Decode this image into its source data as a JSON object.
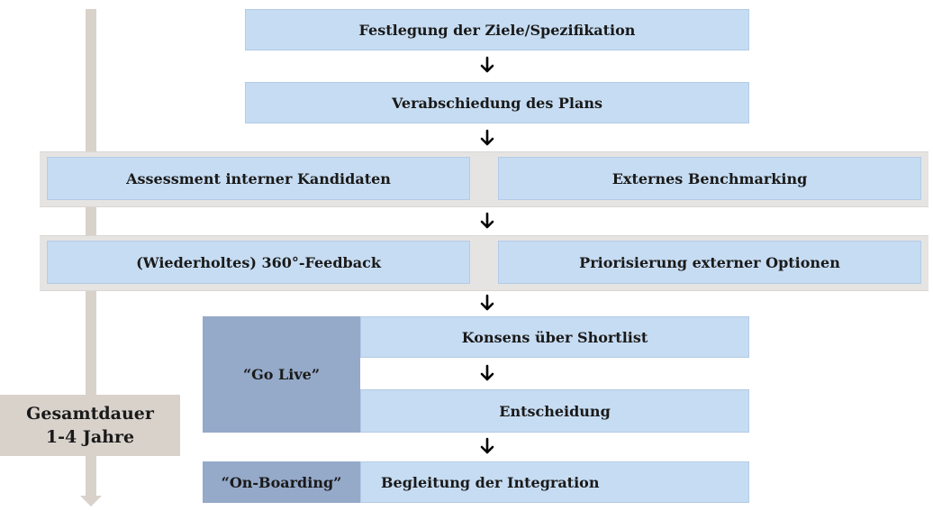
{
  "timeline": {
    "line1": "Gesamtdauer",
    "line2": "1-4 Jahre"
  },
  "steps": {
    "spec": "Festlegung der Ziele/Spezifikation",
    "plan": "Verabschiedung des Plans",
    "assessment": "Assessment interner Kandidaten",
    "benchmarking": "Externes Benchmarking",
    "feedback": "(Wiederholtes) 360°-Feedback",
    "prioritization": "Priorisierung externer Optionen",
    "shortlist": "Konsens über Shortlist",
    "decision": "Entscheidung",
    "integration": "Begleitung der Integration"
  },
  "phases": {
    "go_live": "“Go Live”",
    "onboarding": "“On-Boarding”"
  },
  "colors": {
    "box_fill": "#c6dcf2",
    "band_fill": "#e6e4e2",
    "phase_fill": "#95a9c9",
    "timeline_fill": "#d8d2cb"
  }
}
